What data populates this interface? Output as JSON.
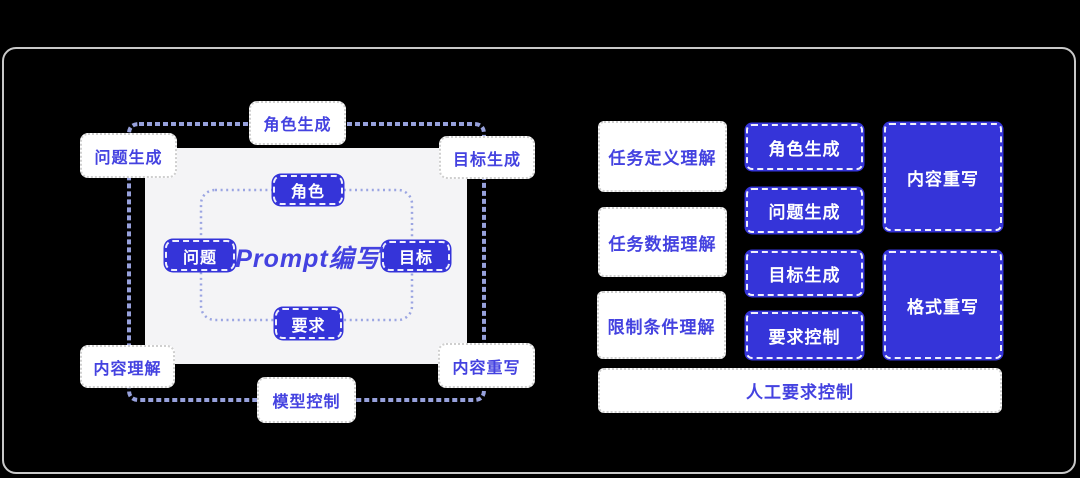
{
  "colors": {
    "background": "#000000",
    "card_border_gray": "#c9c9c9",
    "accent_blue": "#3534d9",
    "text_blue": "#4442e0",
    "connector_blue": "#97a1dc",
    "panel_gray": "#f4f4f6",
    "box_border_gray": "#cfcfcf"
  },
  "left_flow": {
    "center_title": "Prompt编写",
    "pills": {
      "top": "角色",
      "left": "问题",
      "right": "目标",
      "bottom": "要求"
    },
    "boxes": {
      "top": "角色生成",
      "top_left": "问题生成",
      "top_right": "目标生成",
      "bottom_left": "内容理解",
      "bottom_right": "内容重写",
      "bottom": "模型控制"
    }
  },
  "right_flow": {
    "understanding_boxes": [
      "任务定义理解",
      "任务数据理解",
      "限制条件理解"
    ],
    "generation_boxes": [
      "角色生成",
      "问题生成",
      "目标生成",
      "要求控制"
    ],
    "rewrite_boxes": [
      "内容重写",
      "格式重写"
    ],
    "bottom_box": "人工要求控制"
  }
}
